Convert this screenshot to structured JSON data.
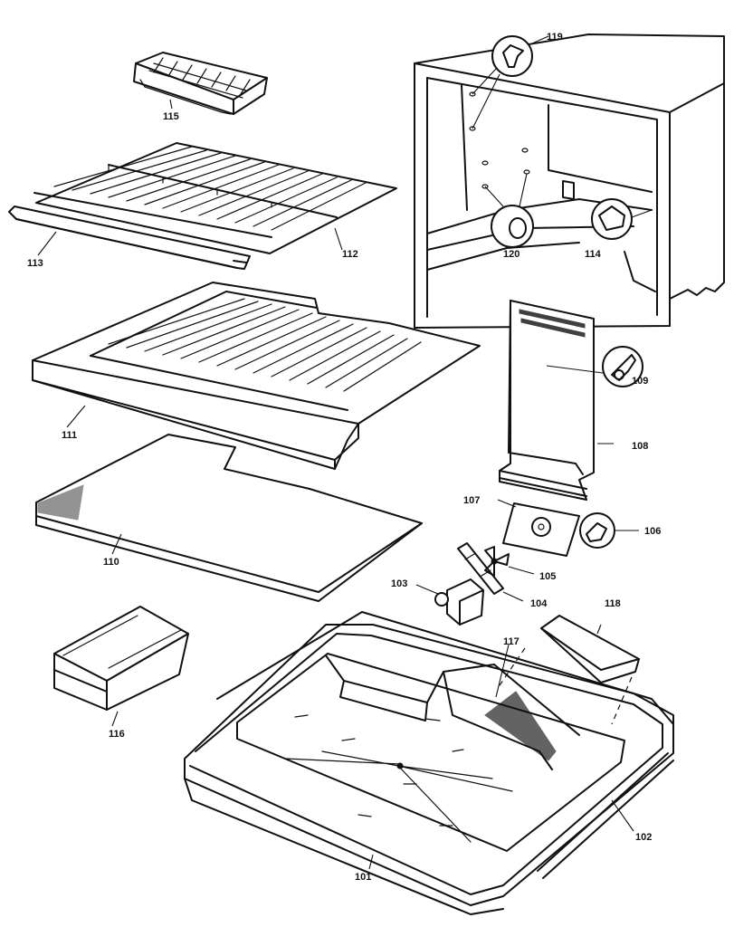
{
  "parts": [
    {
      "id": "p101",
      "number": "101"
    },
    {
      "id": "p102",
      "number": "102"
    },
    {
      "id": "p103",
      "number": "103"
    },
    {
      "id": "p104",
      "number": "104"
    },
    {
      "id": "p105",
      "number": "105"
    },
    {
      "id": "p106",
      "number": "106"
    },
    {
      "id": "p107",
      "number": "107"
    },
    {
      "id": "p108",
      "number": "108"
    },
    {
      "id": "p109",
      "number": "109"
    },
    {
      "id": "p110",
      "number": "110"
    },
    {
      "id": "p111",
      "number": "111"
    },
    {
      "id": "p112",
      "number": "112"
    },
    {
      "id": "p113",
      "number": "113"
    },
    {
      "id": "p114",
      "number": "114"
    },
    {
      "id": "p115",
      "number": "115"
    },
    {
      "id": "p116",
      "number": "116"
    },
    {
      "id": "p117",
      "number": "117"
    },
    {
      "id": "p118",
      "number": "118"
    },
    {
      "id": "p119",
      "number": "119"
    },
    {
      "id": "p120",
      "number": "120"
    }
  ]
}
